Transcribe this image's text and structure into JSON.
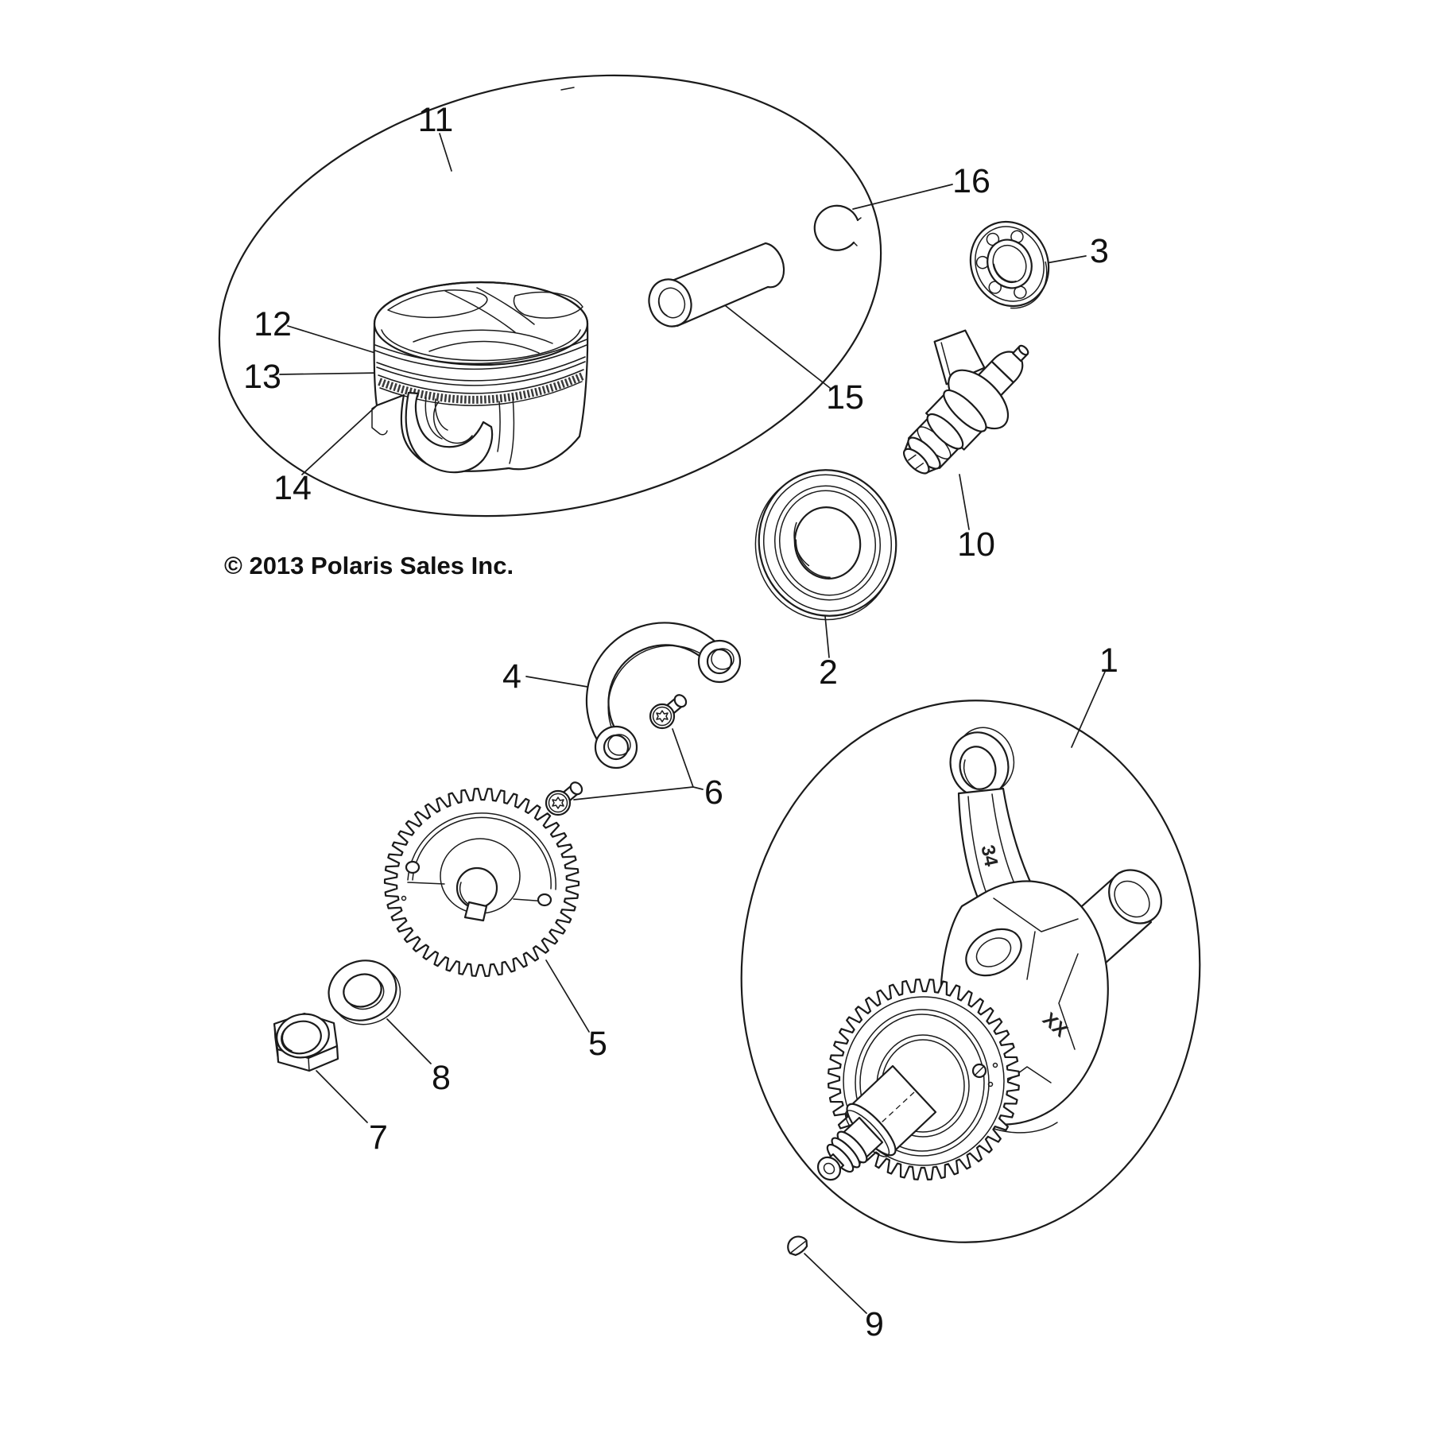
{
  "copyright": "© 2013 Polaris Sales Inc.",
  "callouts": [
    "1",
    "2",
    "3",
    "4",
    "5",
    "6",
    "7",
    "8",
    "9",
    "10",
    "11",
    "12",
    "13",
    "14",
    "15",
    "16"
  ],
  "stamps": {
    "connecting_rod": "34",
    "crank_web": "XX"
  },
  "colors": {
    "line": "#1b1b1b",
    "background": "#ffffff"
  }
}
